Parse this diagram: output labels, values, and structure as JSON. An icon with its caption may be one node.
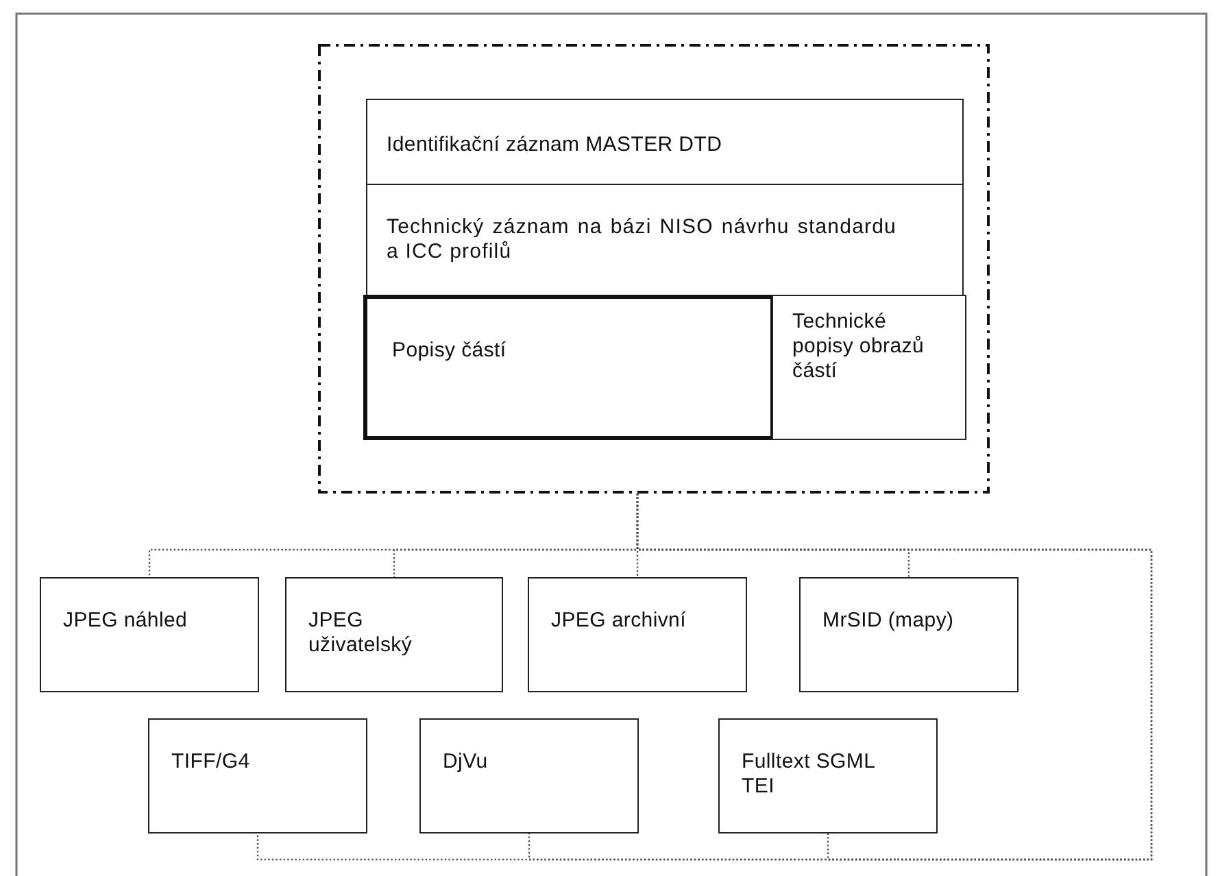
{
  "diagram": {
    "nodes": [
      {
        "text": [],
        "shape": "box"
      },
      {
        "text": [
          "Identifikační záznam MASTER DTD"
        ],
        "in": 0
      },
      {
        "text": [
          "Technický záznam na bázi NISO návrhu standardu a ICC profilů"
        ],
        "in": 0
      },
      {
        "text": [
          "Popisy částí"
        ],
        "in": 0
      },
      {
        "text": [
          "Technické popisy obrazů částí"
        ],
        "in": 0
      },
      {
        "text": [
          "JPEG náhled"
        ]
      },
      {
        "text": [
          "JPEG uživatelský"
        ]
      },
      {
        "text": [
          "JPEG archivní"
        ]
      },
      {
        "text": [
          "MrSID (mapy)"
        ]
      },
      {
        "text": [
          "TIFF/G4"
        ]
      },
      {
        "text": [
          "DjVu"
        ]
      },
      {
        "text": [
          "Fulltext SGML TEI"
        ]
      }
    ],
    "edges": [
      {
        "from": 0,
        "to": 5,
        "arrow": "none"
      },
      {
        "from": 0,
        "to": 6,
        "arrow": "none"
      },
      {
        "from": 0,
        "to": 7,
        "arrow": "none"
      },
      {
        "from": 0,
        "to": 8,
        "arrow": "none"
      },
      {
        "from": 0,
        "to": 9,
        "arrow": "none"
      },
      {
        "from": 0,
        "to": 10,
        "arrow": "none"
      },
      {
        "from": 0,
        "to": 11,
        "arrow": "none"
      }
    ]
  }
}
